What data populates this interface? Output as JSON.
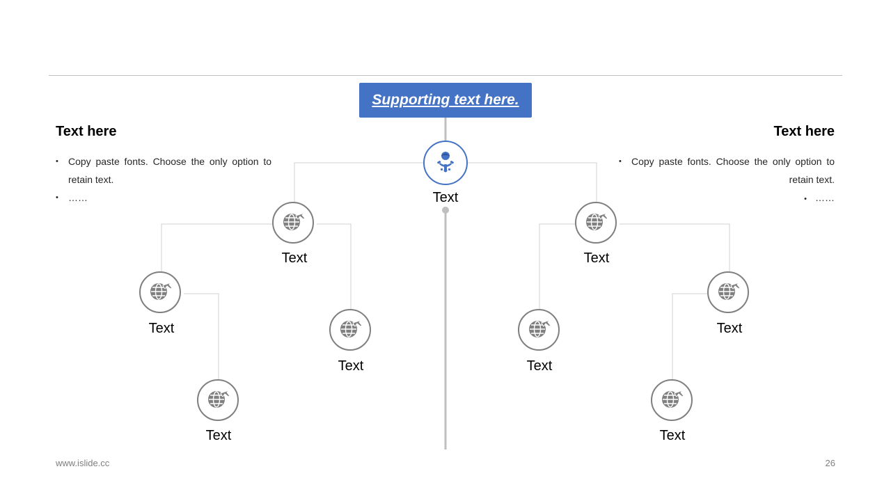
{
  "colors": {
    "accent": "#4472c4",
    "node_border": "#7f7f7f",
    "icon": "#808080",
    "connector": "#d0d0d0",
    "spine": "#bfbfbf"
  },
  "header": {
    "supporting_text": "Supporting text here."
  },
  "left_panel": {
    "heading": "Text here",
    "bullets": [
      "Copy paste fonts. Choose the only option to retain text.",
      "……"
    ]
  },
  "right_panel": {
    "heading": "Text here",
    "bullets": [
      "Copy paste fonts. Choose the only option to retain text.",
      "……"
    ]
  },
  "diagram": {
    "center_node": {
      "label": "Text",
      "icon": "person-gear-icon"
    },
    "nodes": [
      {
        "label": "Text",
        "icon": "globe-plane-icon"
      },
      {
        "label": "Text",
        "icon": "globe-plane-icon"
      },
      {
        "label": "Text",
        "icon": "globe-plane-icon"
      },
      {
        "label": "Text",
        "icon": "globe-plane-icon"
      },
      {
        "label": "Text",
        "icon": "globe-plane-icon"
      },
      {
        "label": "Text",
        "icon": "globe-plane-icon"
      },
      {
        "label": "Text",
        "icon": "globe-plane-icon"
      },
      {
        "label": "Text",
        "icon": "globe-plane-icon"
      }
    ]
  },
  "footer": {
    "website": "www.islide.cc",
    "page_number": "26"
  }
}
